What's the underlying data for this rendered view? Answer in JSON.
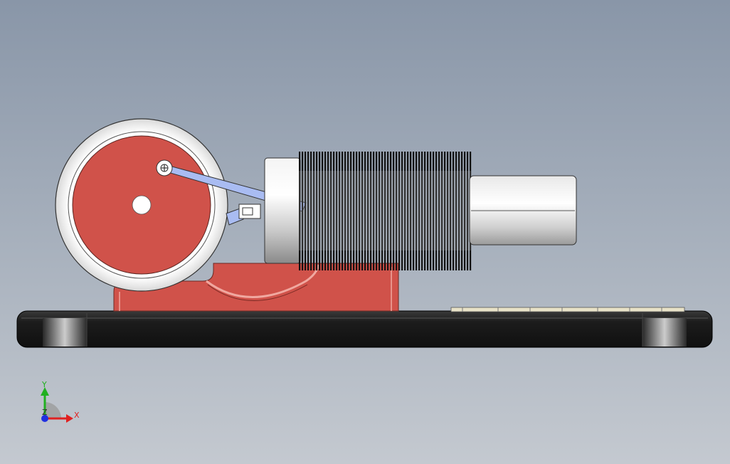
{
  "view": {
    "background_top": "#8996a8",
    "background_bottom": "#c4c9d0"
  },
  "model": {
    "flywheel_color": "#d0524a",
    "bracket_color": "#d0524a",
    "base_color": "#1e1e1e",
    "connecting_rod_color": "#a9bcf2",
    "cylinder_color": "#dcdcdc",
    "fin_color": "#111111"
  },
  "triad": {
    "x_label": "X",
    "y_label": "Y",
    "z_label": "Z",
    "x_color": "#e02020",
    "y_color": "#20b020",
    "z_color": "#2030e0"
  }
}
